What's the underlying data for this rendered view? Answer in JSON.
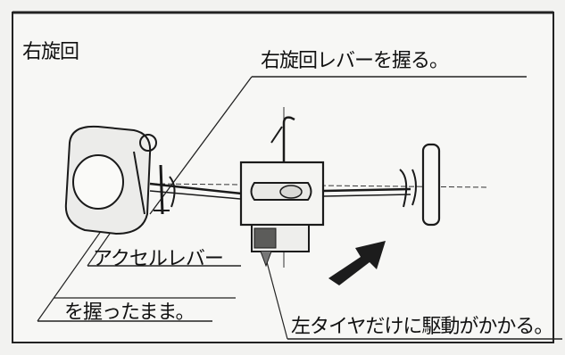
{
  "diagram": {
    "title": "右旋回",
    "labels": {
      "grip_right_lever": "右旋回レバーを握る。",
      "accel_lever_line1": "アクセルレバー",
      "accel_lever_line2": "を握ったまま。",
      "drive_left_tire": "左タイヤだけに駆動がかかる。"
    },
    "colors": {
      "line": "#1a1a1a",
      "paper": "#f2f2f0",
      "arrow": "#1c1c1c"
    }
  }
}
